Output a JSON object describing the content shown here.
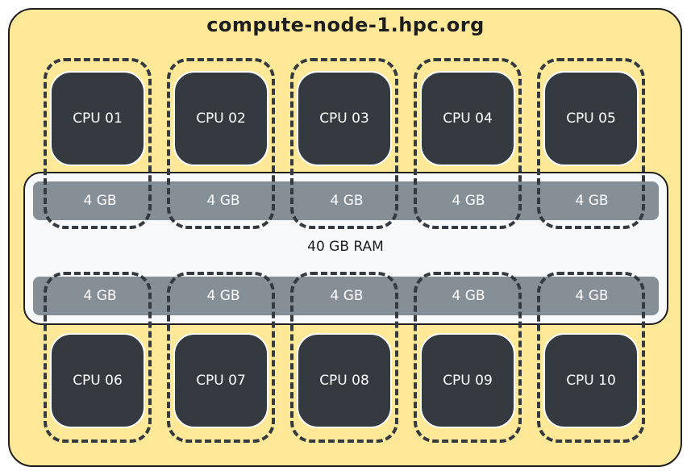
{
  "node": {
    "hostname": "compute-node-1.hpc.org",
    "ram_total_label": "40 GB RAM",
    "colors": {
      "node_fill": "#ffe999",
      "cpu_fill": "#343a40",
      "ram_fill": "#f8f9fa",
      "dimm_fill": "#868e96",
      "stroke": "#1e1e1e"
    }
  },
  "cpus_top": [
    "CPU 01",
    "CPU 02",
    "CPU 03",
    "CPU 04",
    "CPU 05"
  ],
  "cpus_bottom": [
    "CPU 06",
    "CPU 07",
    "CPU 08",
    "CPU 09",
    "CPU 10"
  ],
  "dimms_top": [
    "4 GB",
    "4 GB",
    "4 GB",
    "4 GB",
    "4 GB"
  ],
  "dimms_bottom": [
    "4 GB",
    "4 GB",
    "4 GB",
    "4 GB",
    "4 GB"
  ]
}
